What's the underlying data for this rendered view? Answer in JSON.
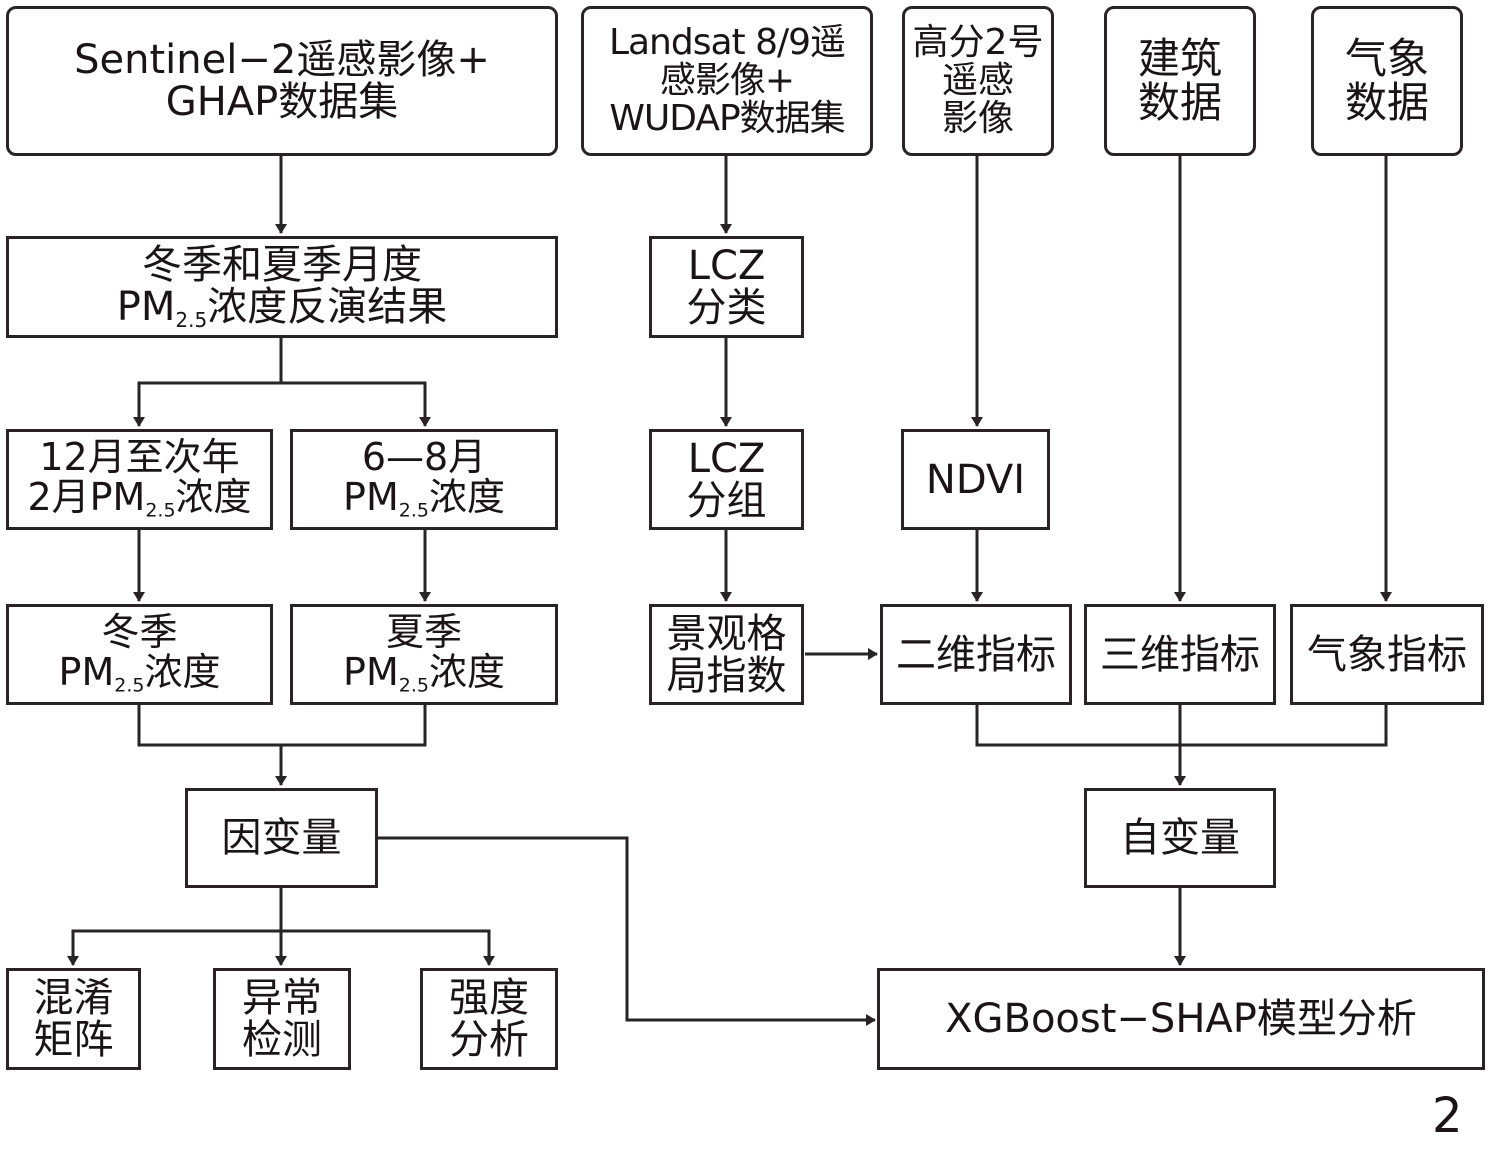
{
  "nodes": {
    "sentinel": [
      "Sentinel−2遥感影像+",
      "GHAP数据集"
    ],
    "landsat": [
      "Landsat 8/9遥",
      "感影像+",
      "WUDAP数据集"
    ],
    "gaofen": [
      "高分2号",
      "遥感",
      "影像"
    ],
    "building": [
      "建筑",
      "数据"
    ],
    "weather": [
      "气象",
      "数据"
    ],
    "pm_result": {
      "line1": "冬季和夏季月度",
      "line2_pre": "PM",
      "line2_sub": "2.5",
      "line2_post": "浓度反演结果"
    },
    "lcz_class": [
      "LCZ",
      "分类"
    ],
    "winter_months": {
      "line1": "12月至次年",
      "line2_pre": "2月PM",
      "line2_sub": "2.5",
      "line2_post": "浓度"
    },
    "summer_months": {
      "line1": "6—8月",
      "line2_pre": "PM",
      "line2_sub": "2.5",
      "line2_post": "浓度"
    },
    "lcz_group": [
      "LCZ",
      "分组"
    ],
    "ndvi": "NDVI",
    "winter_pm": {
      "line1": "冬季",
      "line2_pre": "PM",
      "line2_sub": "2.5",
      "line2_post": "浓度"
    },
    "summer_pm": {
      "line1": "夏季",
      "line2_pre": "PM",
      "line2_sub": "2.5",
      "line2_post": "浓度"
    },
    "landscape": [
      "景观格",
      "局指数"
    ],
    "index_2d": "二维指标",
    "index_3d": "三维指标",
    "index_weather": "气象指标",
    "dependent": "因变量",
    "independent": "自变量",
    "confusion": [
      "混淆",
      "矩阵"
    ],
    "anomaly": [
      "异常",
      "检测"
    ],
    "intensity": [
      "强度",
      "分析"
    ],
    "xgboost": "XGBoost−SHAP模型分析"
  },
  "page_number": "2"
}
